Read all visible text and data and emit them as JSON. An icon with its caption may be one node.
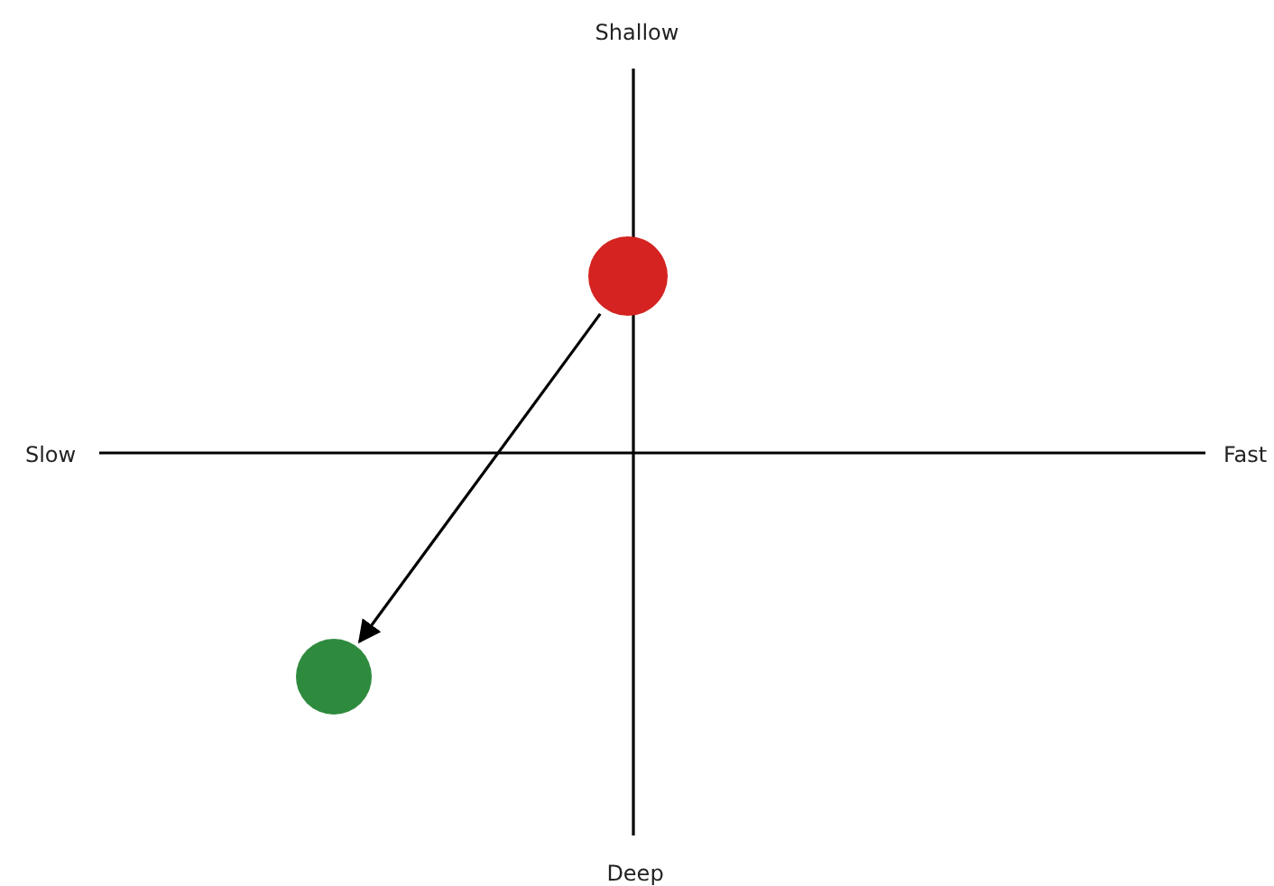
{
  "diagram": {
    "nodes": [
      {
        "text": [],
        "shape": "circle"
      },
      {
        "text": [],
        "shape": "circle"
      }
    ],
    "edges": [
      {
        "from": 0,
        "to": 1,
        "arrow": "to"
      }
    ],
    "labels": [
      "Shallow",
      "Slow",
      "Fast",
      "Deep"
    ]
  }
}
